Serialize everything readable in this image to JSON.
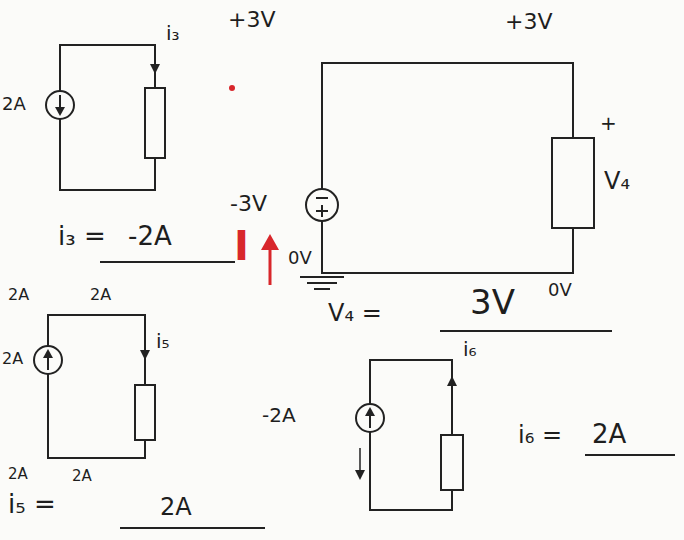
{
  "diagram": {
    "labels": [
      "2A",
      "i₃",
      "i₃ =",
      "-2A",
      "+3V",
      "+3V",
      "-3V",
      "I",
      "0V",
      "0V",
      "+",
      "V₄",
      "V₄ =",
      "3V",
      "2A",
      "2A",
      "2A",
      "2A",
      "2A",
      "i₅",
      "i₅ =",
      "2A",
      "i₆",
      "-2A",
      "i₆ =",
      "2A"
    ]
  }
}
